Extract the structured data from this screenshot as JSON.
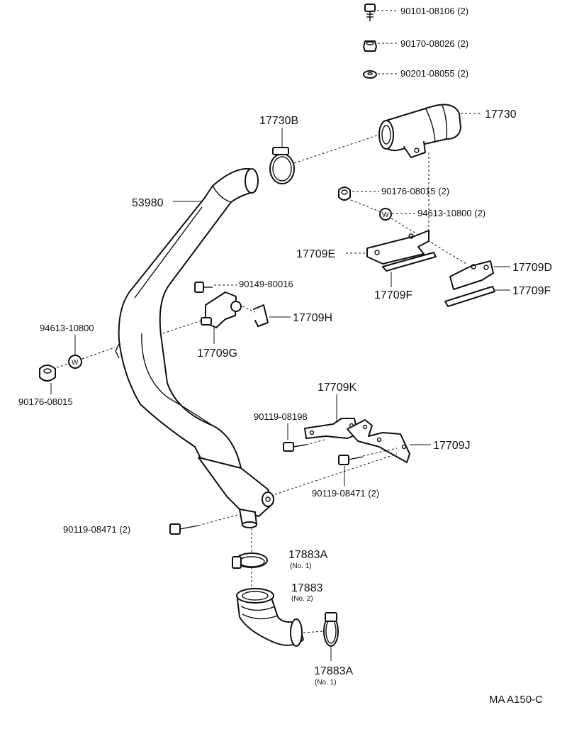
{
  "labels": {
    "p90101": "90101-08106 (2)",
    "p90170": "90170-08026 (2)",
    "p90201": "90201-08055 (2)",
    "p17730": "17730",
    "p17730B": "17730B",
    "p53980": "53980",
    "p90176a": "90176-08015 (2)",
    "p94613a": "94613-10800 (2)",
    "p17709E": "17709E",
    "p17709D": "17709D",
    "p17709F1": "17709F",
    "p17709F2": "17709F",
    "p90149": "90149-80016",
    "p17709H": "17709H",
    "p17709G": "17709G",
    "p94613b": "94613-10800",
    "p90176b": "90176-08015",
    "p17709K": "17709K",
    "p90119a": "90119-08198",
    "p17709J": "17709J",
    "p90119b": "90119-08471 (2)",
    "p90119c": "90119-08471 (2)",
    "p17883A1": "17883A",
    "p17883A1sub": "(No. 1)",
    "p17883": "17883",
    "p17883sub": "(No. 2)",
    "p17883A2": "17883A",
    "p17883A2sub": "(No. 1)",
    "washerW1": "W",
    "washerW2": "W",
    "footer": "MA  A150-C"
  }
}
